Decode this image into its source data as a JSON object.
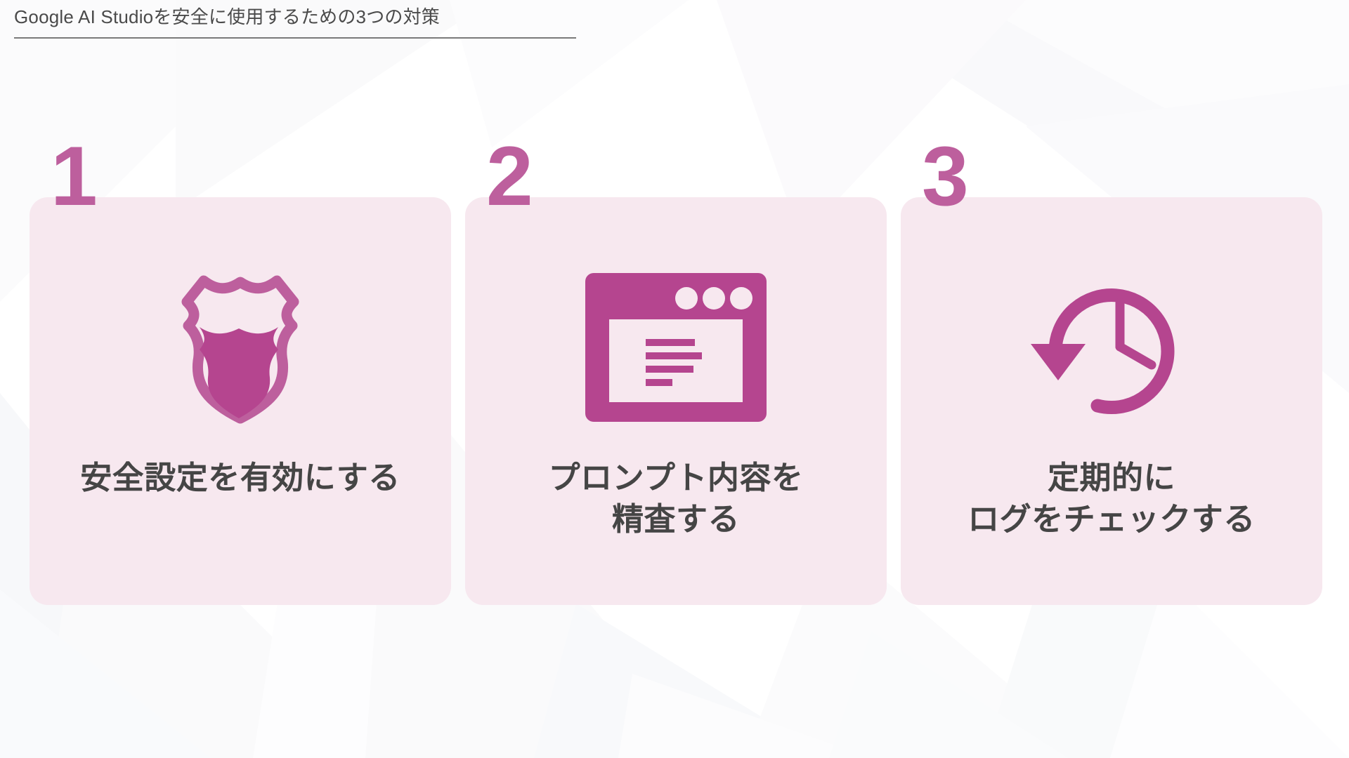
{
  "slide": {
    "title": "Google AI Studioを安全に使用するための3つの対策"
  },
  "theme": {
    "accent": "#bd5f9d",
    "accent_dark": "#b5458f",
    "card_bg": "#f7e8ef",
    "text": "#454545",
    "title_text": "#4a4a4a",
    "page_bg": "#ffffff"
  },
  "cards": [
    {
      "number": "1",
      "icon": "shield-icon",
      "label": "安全設定を有効にする"
    },
    {
      "number": "2",
      "icon": "browser-window-icon",
      "label": "プロンプト内容を\n精査する"
    },
    {
      "number": "3",
      "icon": "clock-history-icon",
      "label": "定期的に\nログをチェックする"
    }
  ]
}
